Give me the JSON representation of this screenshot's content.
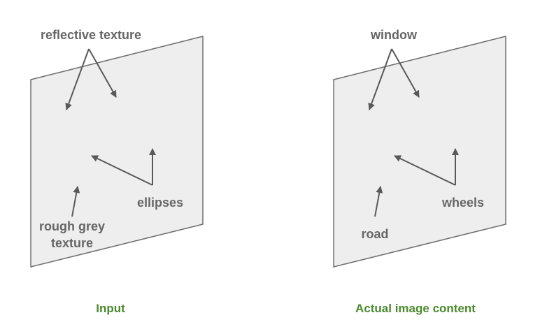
{
  "colors": {
    "panel_fill": "#eeeeee",
    "panel_stroke": "#707070",
    "arrow": "#595959",
    "label": "#666666",
    "caption": "#4a8a2e"
  },
  "panels": [
    {
      "caption": "Input",
      "labels": {
        "top": "reflective texture",
        "right": "ellipses",
        "bottom_line1": "rough grey",
        "bottom_line2": "texture"
      }
    },
    {
      "caption": "Actual image content",
      "labels": {
        "top": "window",
        "right": "wheels",
        "bottom_line1": "road"
      }
    }
  ]
}
